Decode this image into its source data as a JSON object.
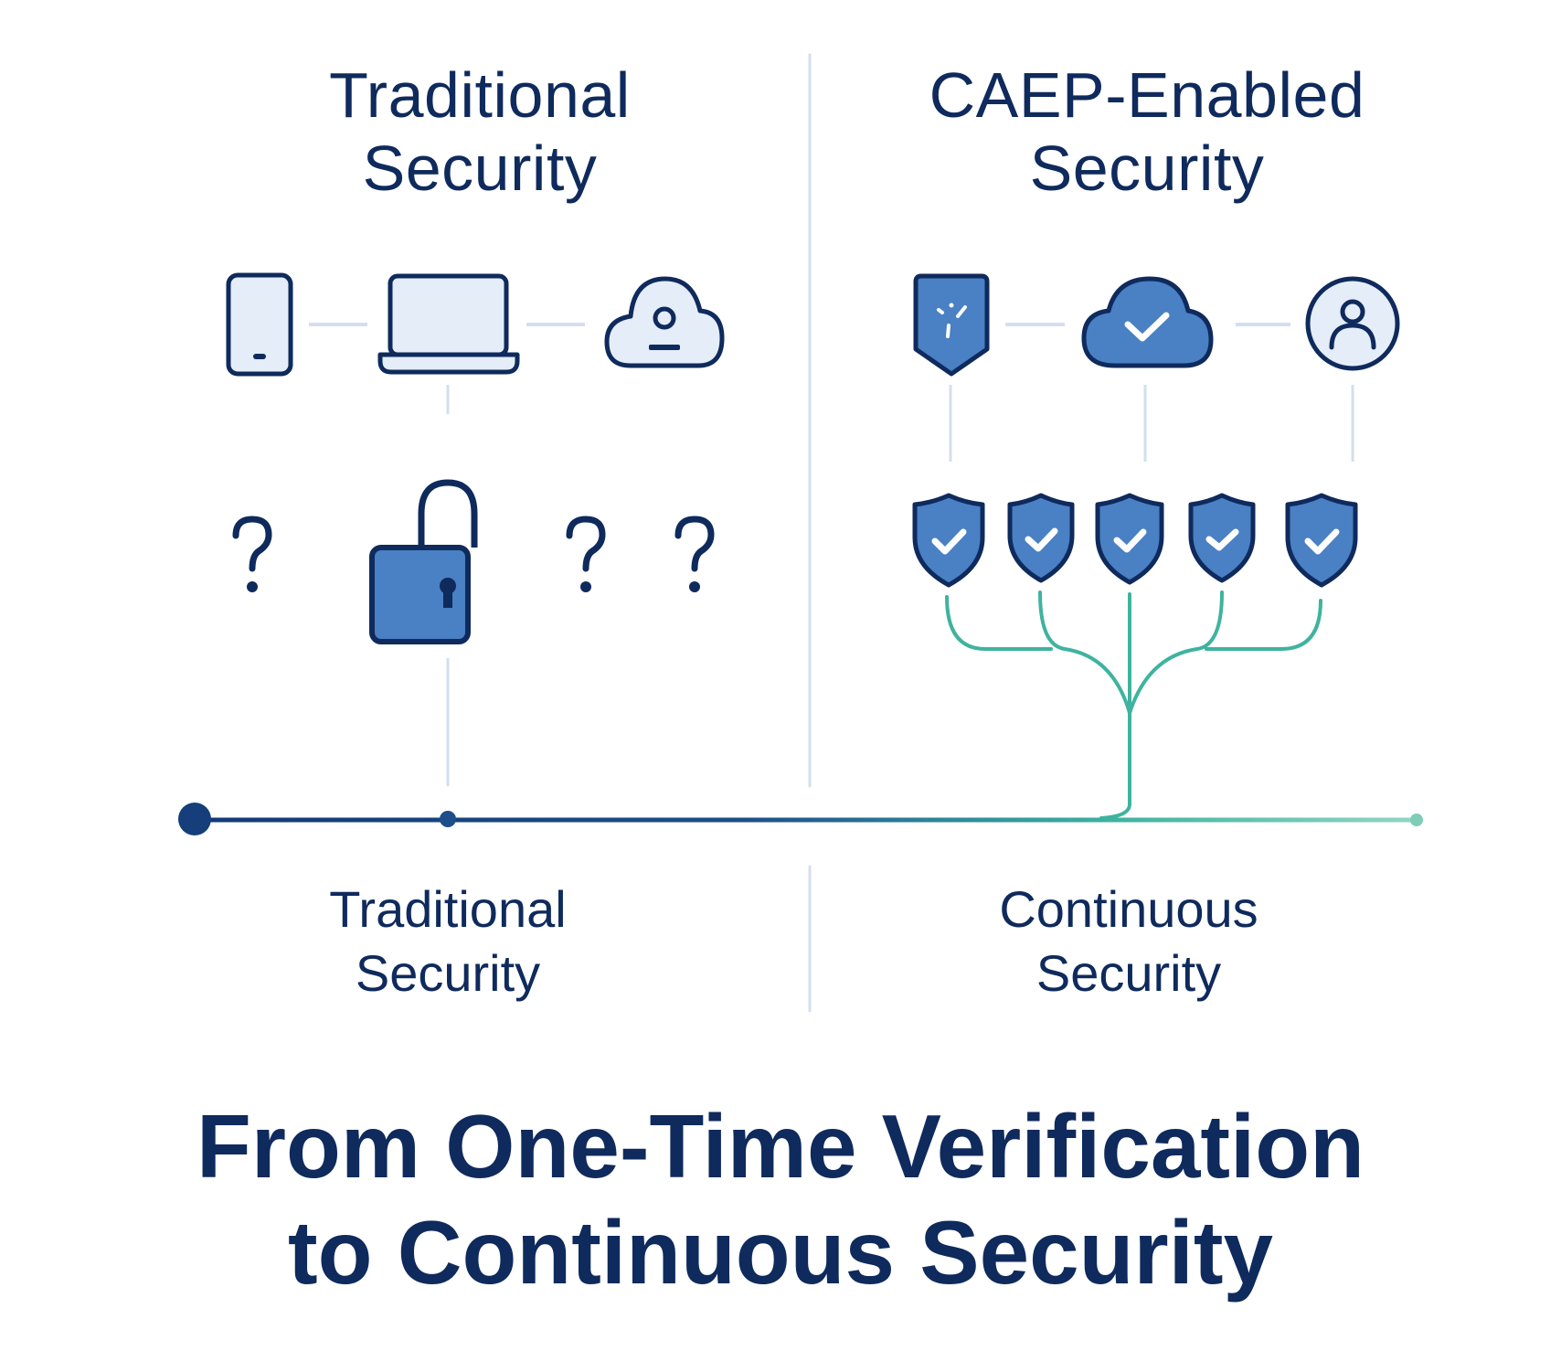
{
  "left_panel": {
    "heading_line1": "Traditional",
    "heading_line2": "Security",
    "devices": [
      {
        "icon": "mobile-phone-icon"
      },
      {
        "icon": "laptop-icon"
      },
      {
        "icon": "cloud-user-icon"
      }
    ],
    "verification_icon": "padlock-icon",
    "unknown_markers": [
      "?",
      "?",
      "?"
    ],
    "timeline_label_line1": "Traditional",
    "timeline_label_line2": "Security"
  },
  "right_panel": {
    "heading_line1": "CAEP-Enabled",
    "heading_line2": "Security",
    "sources": [
      {
        "icon": "badge-shield-icon"
      },
      {
        "icon": "cloud-check-icon"
      },
      {
        "icon": "user-circle-icon"
      }
    ],
    "verification_checks": [
      {
        "icon": "shield-check-icon"
      },
      {
        "icon": "shield-check-icon"
      },
      {
        "icon": "shield-check-icon"
      },
      {
        "icon": "shield-check-icon"
      },
      {
        "icon": "shield-check-icon"
      }
    ],
    "timeline_label_line1": "Continuous",
    "timeline_label_line2": "Security"
  },
  "footer": {
    "title_line1": "From One-Time Verification",
    "title_line2": "to Continuous Security"
  },
  "colors": {
    "navy": "#0f2a5c",
    "blue_fill": "#4a80c4",
    "light_fill": "#e4edf8",
    "connector": "#d4def0",
    "teal": "#3fb39f",
    "teal_light": "#8fd5c0"
  }
}
